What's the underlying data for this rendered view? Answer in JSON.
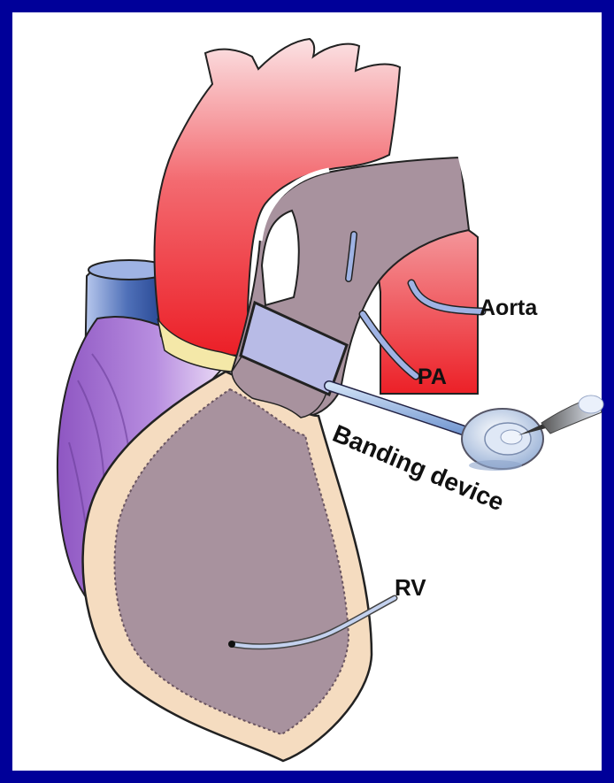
{
  "labels": {
    "aorta": "Aorta",
    "pa": "PA",
    "banding_device": "Banding device",
    "rv": "RV"
  },
  "colors": {
    "border": "#000099",
    "aorta_red": "#ee2a30",
    "pa_mauve": "#a8929e",
    "myocardium_peach": "#f5dcc0",
    "vena_cava_blue": "#2c4f9c",
    "atrium_purple": "#a97bd0",
    "band_lavender": "#b8bbe6",
    "catheter_blue": "#8fb0de"
  }
}
